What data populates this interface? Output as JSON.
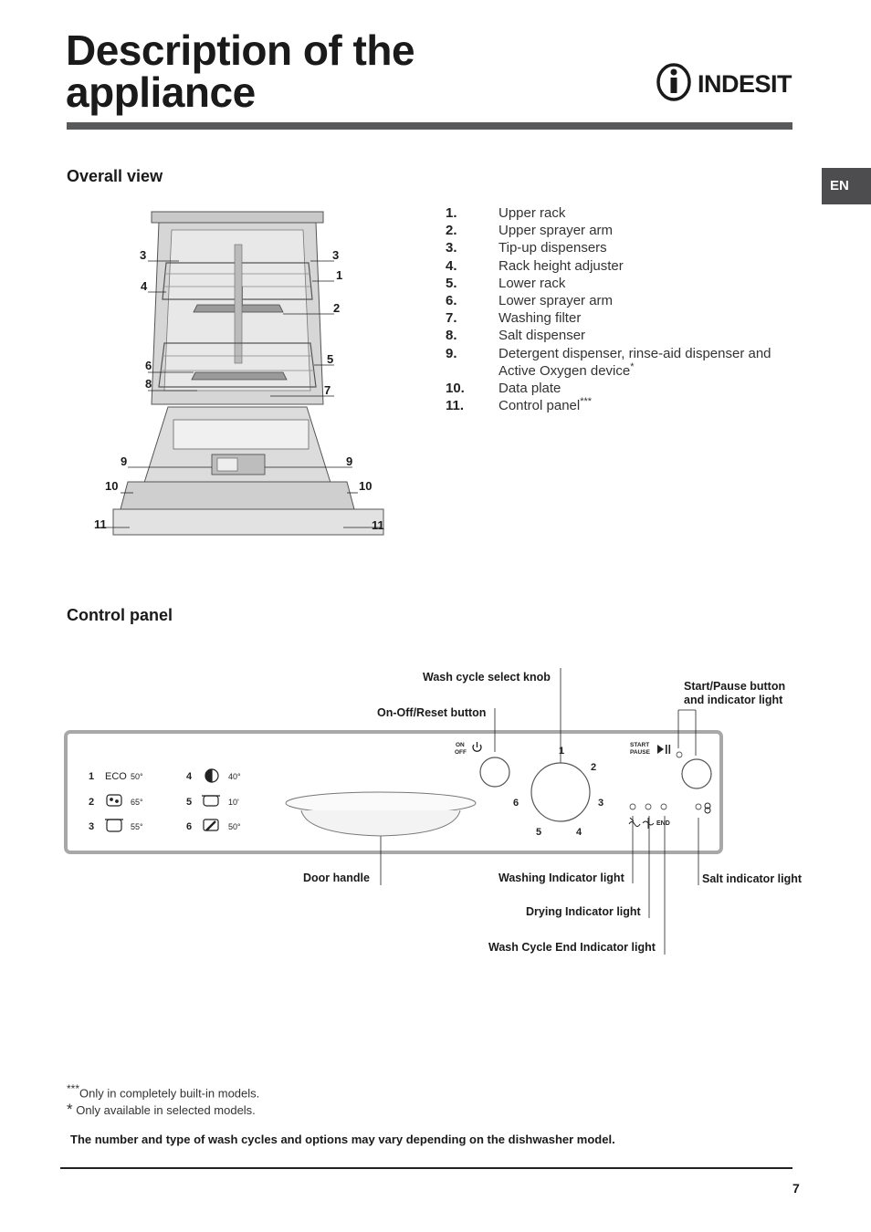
{
  "header": {
    "title": "Description of the appliance",
    "brand": "INDESIT",
    "lang_tab": "EN"
  },
  "overall_view": {
    "heading": "Overall view",
    "callouts": [
      "1",
      "2",
      "3",
      "4",
      "5",
      "6",
      "7",
      "8",
      "9",
      "10",
      "11"
    ],
    "parts": [
      {
        "num": "1.",
        "label": "Upper rack"
      },
      {
        "num": "2.",
        "label": "Upper sprayer arm"
      },
      {
        "num": "3.",
        "label": "Tip-up dispensers"
      },
      {
        "num": "4.",
        "label": "Rack height adjuster"
      },
      {
        "num": "5.",
        "label": "Lower rack"
      },
      {
        "num": "6.",
        "label": "Lower sprayer arm"
      },
      {
        "num": "7.",
        "label": "Washing filter"
      },
      {
        "num": "8.",
        "label": "Salt dispenser"
      },
      {
        "num": "9.",
        "label": "Detergent dispenser, rinse-aid dispenser and Active Oxygen device",
        "mark": "*"
      },
      {
        "num": "10.",
        "label": "Data plate"
      },
      {
        "num": "11.",
        "label": "Control panel",
        "mark": "***"
      }
    ]
  },
  "control_panel": {
    "heading": "Control panel",
    "labels": {
      "wash_cycle_knob": "Wash cycle select knob",
      "onoff_button": "On-Off/Reset button",
      "start_pause_line1": "Start/Pause button",
      "start_pause_line2": "and indicator light",
      "door_handle": "Door handle",
      "washing_light": "Washing Indicator light",
      "drying_light": "Drying Indicator light",
      "end_light": "Wash Cycle End Indicator light",
      "salt_light": "Salt indicator light"
    },
    "panel_text": {
      "on": "ON",
      "off": "OFF",
      "start": "START",
      "pause": "PAUSE",
      "end": "END",
      "knob_numbers": [
        "1",
        "2",
        "3",
        "4",
        "5",
        "6"
      ]
    },
    "programs": [
      {
        "num": "1",
        "name": "ECO",
        "temp": "50°"
      },
      {
        "num": "2",
        "name": "",
        "temp": "65°"
      },
      {
        "num": "3",
        "name": "",
        "temp": "55°"
      },
      {
        "num": "4",
        "name": "",
        "temp": "40°"
      },
      {
        "num": "5",
        "name": "",
        "temp": "10'"
      },
      {
        "num": "6",
        "name": "",
        "temp": "50°"
      }
    ]
  },
  "footnotes": {
    "triple_mark": "***",
    "triple_text": "Only in completely built-in models.",
    "single_mark": "*",
    "single_text": "Only available in selected models.",
    "note": "The number and type of wash cycles and options may vary depending on the dishwasher model."
  },
  "page_number": "7"
}
